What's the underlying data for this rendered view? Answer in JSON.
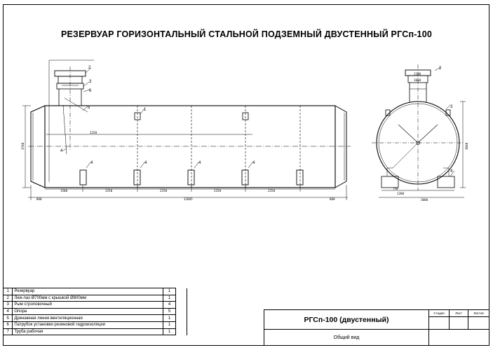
{
  "drawing": {
    "title": "РЕЗЕРВУАР ГОРИЗОНТАЛЬНЫЙ СТАЛЬНОЙ ПОДЗЕМНЫЙ ДВУСТЕННЫЙ РГСп-100",
    "front_dimensions": {
      "spans": [
        "1500",
        "2250",
        "2250",
        "2250",
        "2250"
      ],
      "overall": "11865",
      "left_overhang": "860",
      "right_overhang": "860",
      "height": "3740",
      "axis": "2250"
    },
    "side_dimensions": {
      "base": "3000",
      "base_left": "750",
      "base_mid": "1200",
      "right_height": "3040",
      "neck_top": "1100",
      "neck_mid": "1000"
    },
    "callouts": {
      "item2": "2",
      "item3": "3",
      "item4": "4",
      "item5": "5",
      "item6": "6",
      "item1": "1"
    }
  },
  "parts_list": [
    {
      "pos": "1",
      "name": "Резервуар",
      "qty": "1"
    },
    {
      "pos": "2",
      "name": "Люк-лаз Ø700мм с крышкой Ø800мм",
      "qty": "1"
    },
    {
      "pos": "3",
      "name": "Рым строповочный",
      "qty": "4"
    },
    {
      "pos": "4",
      "name": "Опора",
      "qty": "5"
    },
    {
      "pos": "5",
      "name": "Дренажная линия вентиляционная",
      "qty": "1"
    },
    {
      "pos": "6",
      "name": "Патрубок установки резиновой гидроизоляции",
      "qty": "1"
    },
    {
      "pos": "7",
      "name": "Труба рабочая",
      "qty": "1"
    }
  ],
  "title_block": {
    "designation": "РГСп-100 (двустенный)",
    "sheet_name": "Общий вид",
    "col_stage": "Стадия",
    "col_sheet": "Лист",
    "col_sheets": "Листов"
  }
}
